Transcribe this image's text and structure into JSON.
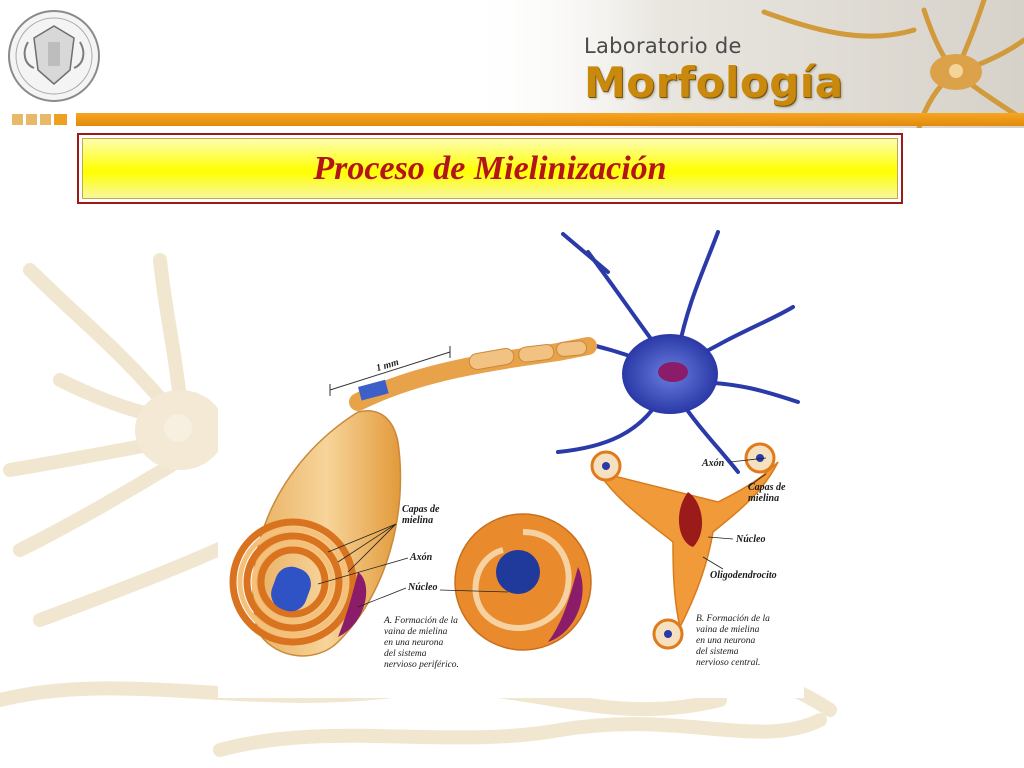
{
  "header": {
    "lab_line1": "Laboratorio  de",
    "lab_line2": "Morfología",
    "bar_color": "#f0a020",
    "logo_icon": "university-crest-icon"
  },
  "slide": {
    "title": "Proceso de Mielinización",
    "title_color": "#b3131b",
    "title_box_color": "#ffff00"
  },
  "figure": {
    "scale_label": "1 mm",
    "labels_a": {
      "capas": "Capas de\nmielina",
      "axon": "Axón",
      "nucleo": "Núcleo",
      "caption": "A. Formación de la\nvaina de mielina\nen una neurona\ndel sistema\nnervioso periférico."
    },
    "labels_b": {
      "axon": "Axón",
      "capas": "Capas de\nmielina",
      "nucleo": "Núcleo",
      "oligo": "Oligodendrocito",
      "caption": "B. Formación de la\nvaina de mielina\nen una neurona\ndel sistema\nnervioso central."
    }
  }
}
